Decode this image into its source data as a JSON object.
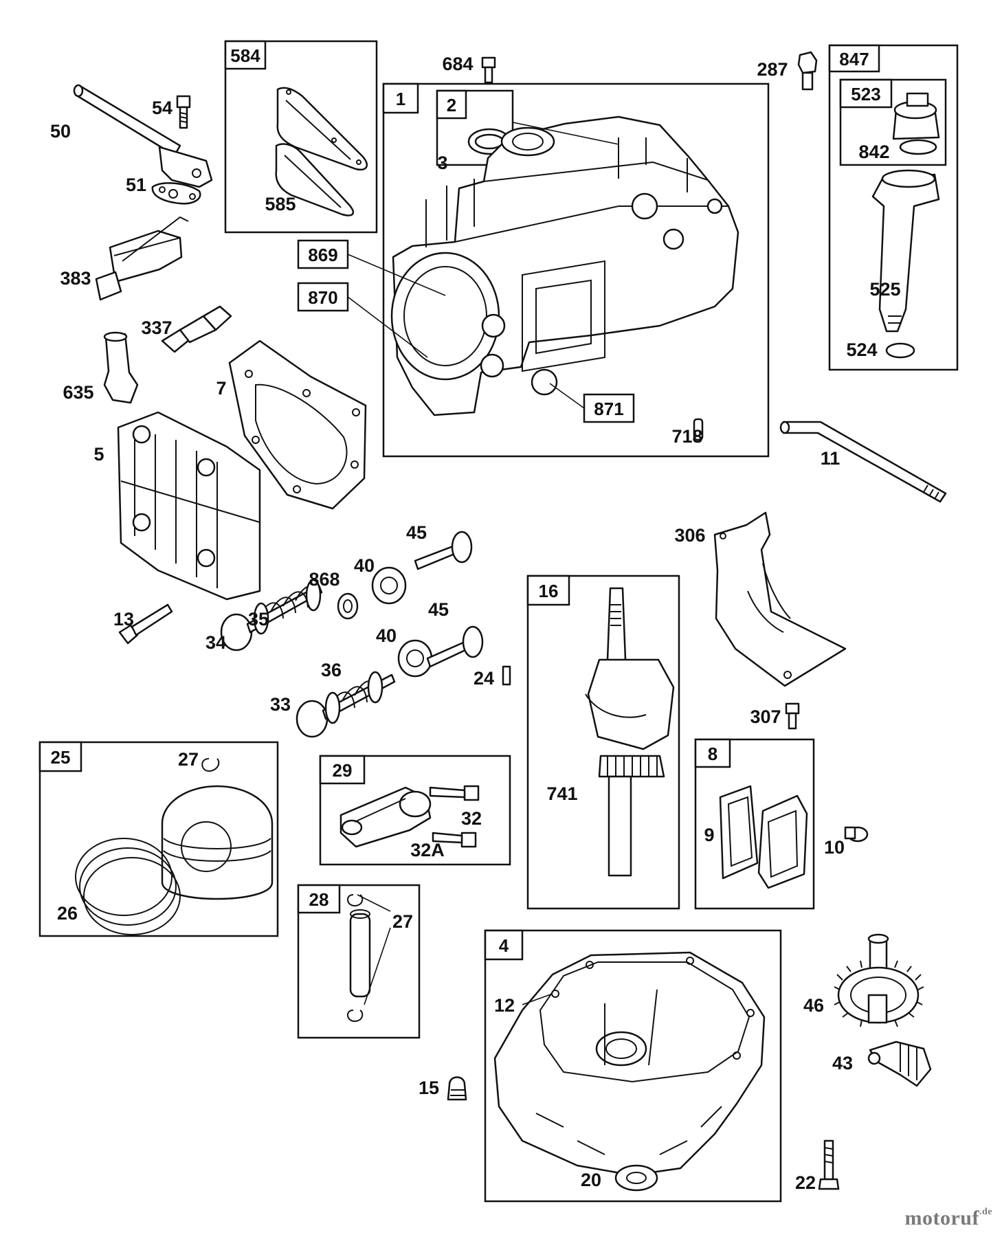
{
  "labels": {
    "p1": "1",
    "p2": "2",
    "p3": "3",
    "p4": "4",
    "p5": "5",
    "p7": "7",
    "p8": "8",
    "p9": "9",
    "p10": "10",
    "p11": "11",
    "p12": "12",
    "p13": "13",
    "p15": "15",
    "p16": "16",
    "p20": "20",
    "p22": "22",
    "p24": "24",
    "p25": "25",
    "p26": "26",
    "p27a": "27",
    "p27b": "27",
    "p28": "28",
    "p29": "29",
    "p32": "32",
    "p32a": "32A",
    "p33": "33",
    "p34": "34",
    "p35": "35",
    "p36": "36",
    "p40a": "40",
    "p40b": "40",
    "p43": "43",
    "p45a": "45",
    "p45b": "45",
    "p46": "46",
    "p50": "50",
    "p51": "51",
    "p54": "54",
    "p287": "287",
    "p306": "306",
    "p307": "307",
    "p337": "337",
    "p383": "383",
    "p523": "523",
    "p524": "524",
    "p525": "525",
    "p584": "584",
    "p585": "585",
    "p635": "635",
    "p684": "684",
    "p718": "718",
    "p741": "741",
    "p842": "842",
    "p847": "847",
    "p868": "868",
    "p869": "869",
    "p870": "870",
    "p871": "871"
  },
  "watermark": {
    "brand": "motoruf",
    "suffix": ".de"
  }
}
